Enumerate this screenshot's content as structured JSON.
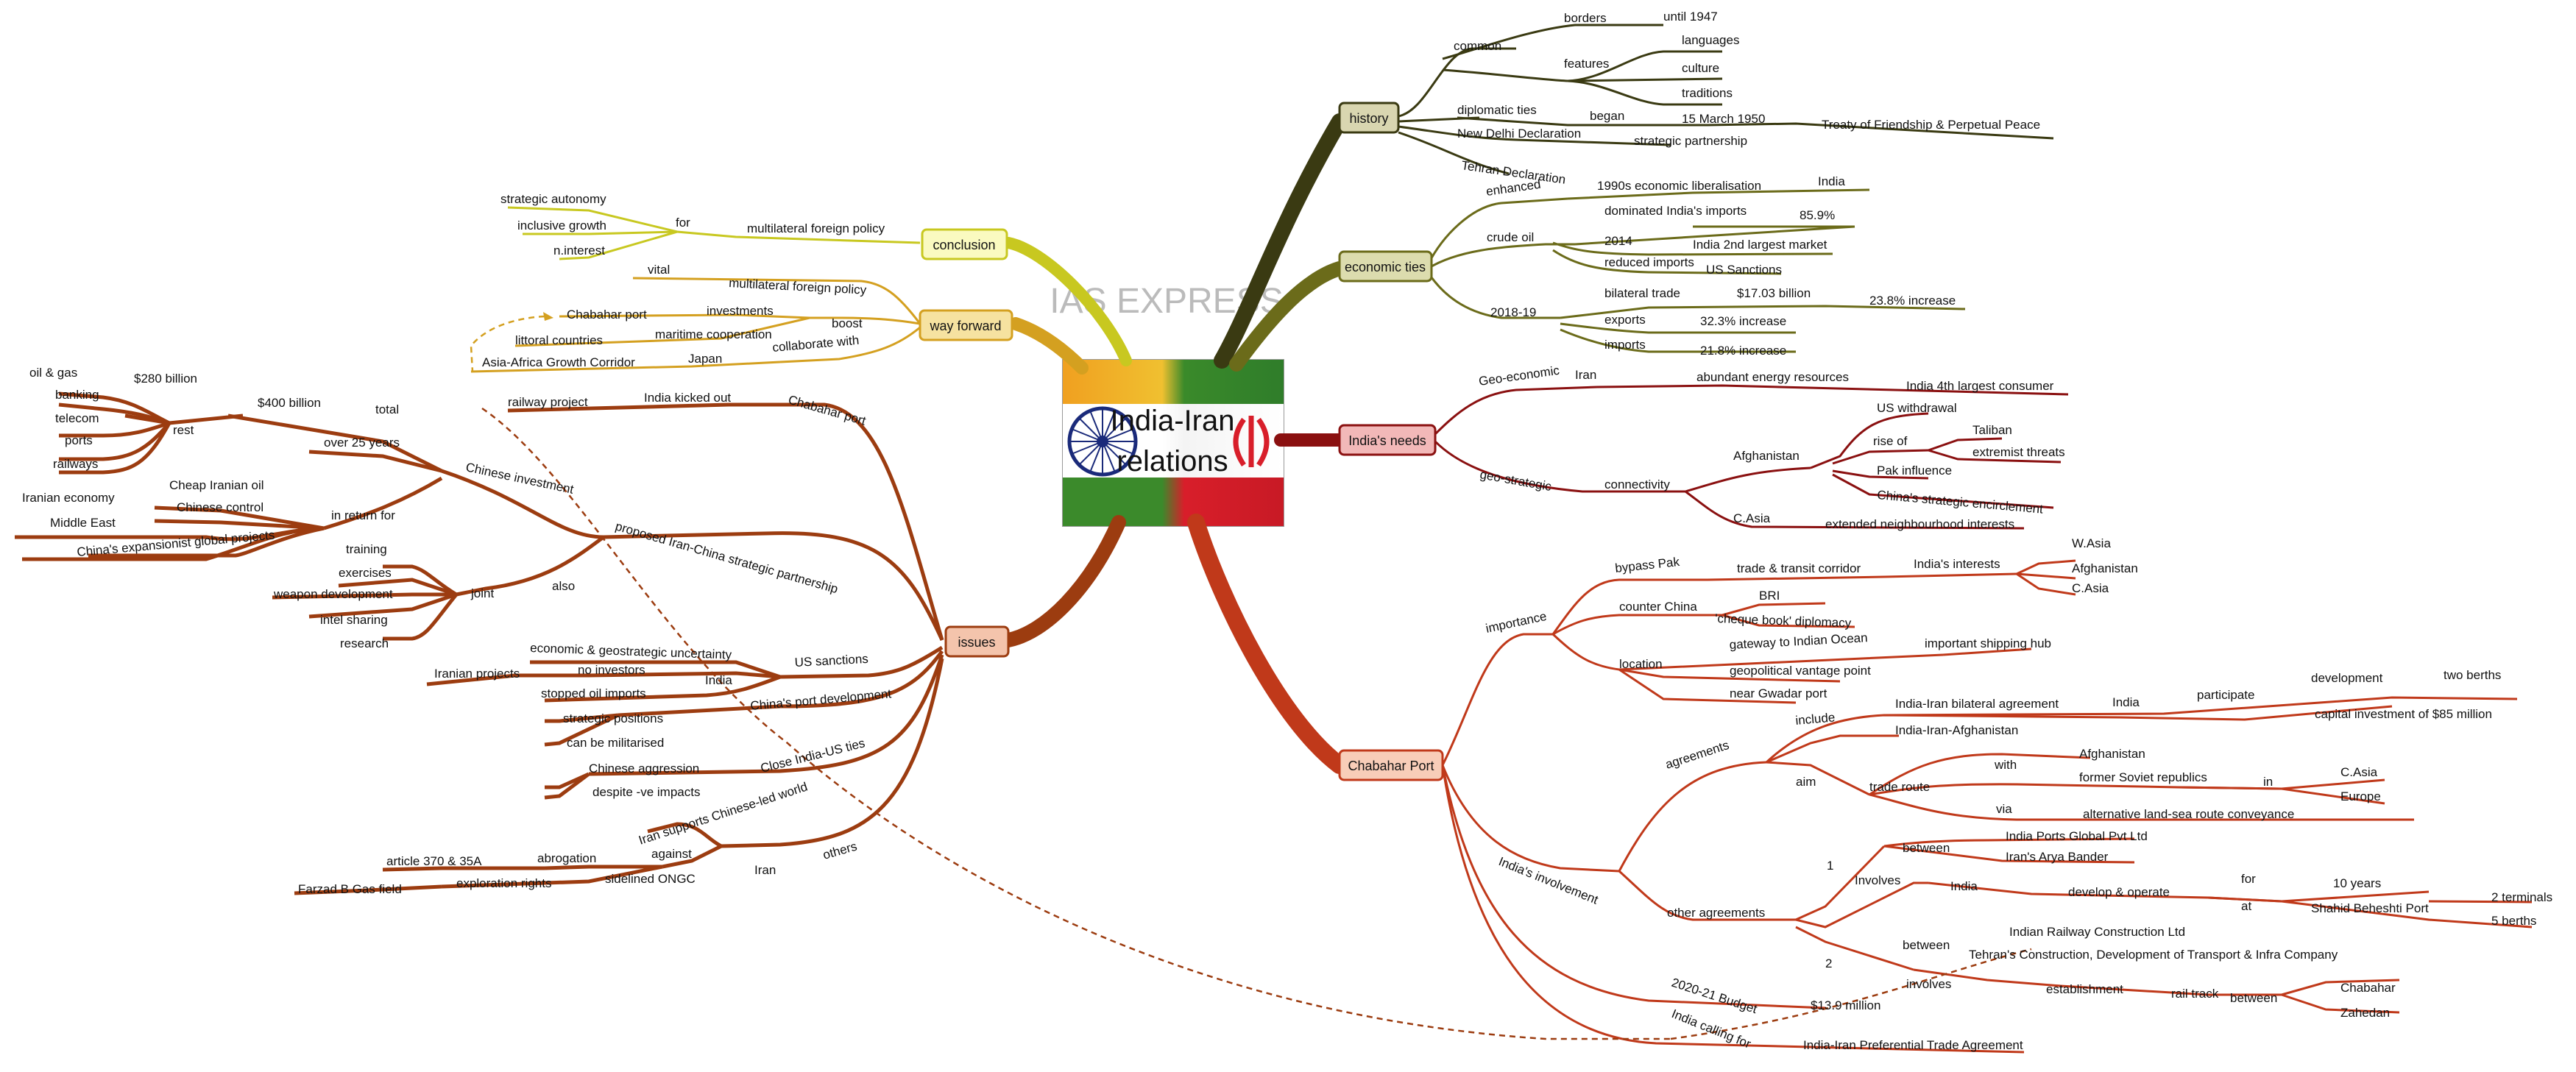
{
  "center": {
    "title_line1": "India-Iran",
    "title_line2": "relations",
    "watermark": "IAS EXPRESS"
  },
  "colors": {
    "history": "#3a3a12",
    "economic": "#6b6b1a",
    "needs": "#8a1010",
    "chabahar": "#c0391a",
    "issues": "#9c3c10",
    "way_forward": "#d4a020",
    "conclusion": "#c8c820",
    "india_saffron": "#f49a33",
    "india_green": "#3b8a2b",
    "iran_red": "#d81e2a"
  },
  "branches": [
    {
      "label": "history"
    },
    {
      "label": "economic ties"
    },
    {
      "label": "India's needs"
    },
    {
      "label": "Chabahar Port"
    },
    {
      "label": "issues"
    },
    {
      "label": "way forward"
    },
    {
      "label": "conclusion"
    }
  ],
  "labels": [
    {
      "text": "common"
    },
    {
      "text": "borders"
    },
    {
      "text": "until 1947"
    },
    {
      "text": "features"
    },
    {
      "text": "languages"
    },
    {
      "text": "culture"
    },
    {
      "text": "traditions"
    },
    {
      "text": "diplomatic ties"
    },
    {
      "text": "began"
    },
    {
      "text": "15 March 1950"
    },
    {
      "text": "Treaty of Friendship & Perpetual Peace"
    },
    {
      "text": "New Delhi Declaration"
    },
    {
      "text": "strategic partnership"
    },
    {
      "text": "Tehran Declaration"
    },
    {
      "text": "enhanced"
    },
    {
      "text": "1990s economic liberalisation"
    },
    {
      "text": "India"
    },
    {
      "text": "crude oil"
    },
    {
      "text": "dominated India's imports"
    },
    {
      "text": "85.9%"
    },
    {
      "text": "2014"
    },
    {
      "text": "India 2nd largest market"
    },
    {
      "text": "reduced imports"
    },
    {
      "text": "US Sanctions"
    },
    {
      "text": "2018-19"
    },
    {
      "text": "bilateral trade"
    },
    {
      "text": "$17.03 billion"
    },
    {
      "text": "23.8% increase"
    },
    {
      "text": "exports"
    },
    {
      "text": "32.3% increase"
    },
    {
      "text": "imports"
    },
    {
      "text": "21.8% increase"
    },
    {
      "text": "Geo-economic"
    },
    {
      "text": "Iran"
    },
    {
      "text": "abundant energy resources"
    },
    {
      "text": "India 4th largest consumer"
    },
    {
      "text": "geo-strategic"
    },
    {
      "text": "connectivity"
    },
    {
      "text": "Afghanistan"
    },
    {
      "text": "US withdrawal"
    },
    {
      "text": "rise of"
    },
    {
      "text": "Taliban"
    },
    {
      "text": "extremist threats"
    },
    {
      "text": "Pak influence"
    },
    {
      "text": "China's strategic encirclement"
    },
    {
      "text": "C.Asia"
    },
    {
      "text": "extended neighbourhood interests"
    },
    {
      "text": "importance"
    },
    {
      "text": "bypass Pak"
    },
    {
      "text": "trade & transit corridor"
    },
    {
      "text": "India's interests"
    },
    {
      "text": "W.Asia"
    },
    {
      "text": "Afghanistan"
    },
    {
      "text": "C.Asia"
    },
    {
      "text": "counter China"
    },
    {
      "text": "BRI"
    },
    {
      "text": "'cheque book' diplomacy"
    },
    {
      "text": "location"
    },
    {
      "text": "gateway to Indian Ocean"
    },
    {
      "text": "important shipping hub"
    },
    {
      "text": "geopolitical vantage point"
    },
    {
      "text": "near Gwadar port"
    },
    {
      "text": "India's involvement"
    },
    {
      "text": "agreements"
    },
    {
      "text": "include"
    },
    {
      "text": "India-Iran bilateral agreement"
    },
    {
      "text": "India"
    },
    {
      "text": "participate"
    },
    {
      "text": "development"
    },
    {
      "text": "two berths"
    },
    {
      "text": "capital investment of $85 million"
    },
    {
      "text": "India-Iran-Afghanistan"
    },
    {
      "text": "aim"
    },
    {
      "text": "trade route"
    },
    {
      "text": "with"
    },
    {
      "text": "Afghanistan"
    },
    {
      "text": "former Soviet republics"
    },
    {
      "text": "in"
    },
    {
      "text": "C.Asia"
    },
    {
      "text": "Europe"
    },
    {
      "text": "via"
    },
    {
      "text": "alternative land-sea route conveyance"
    },
    {
      "text": "other agreements"
    },
    {
      "text": "1"
    },
    {
      "text": "between"
    },
    {
      "text": "India Ports Global Pvt Ltd"
    },
    {
      "text": "Iran's Arya Bander"
    },
    {
      "text": "Involves"
    },
    {
      "text": "India"
    },
    {
      "text": "develop & operate"
    },
    {
      "text": "for"
    },
    {
      "text": "10 years"
    },
    {
      "text": "at"
    },
    {
      "text": "Shahid Beheshti Port"
    },
    {
      "text": "2 terminals"
    },
    {
      "text": "5 berths"
    },
    {
      "text": "2"
    },
    {
      "text": "between"
    },
    {
      "text": "Indian Railway Construction Ltd"
    },
    {
      "text": "Tehran's Construction, Development of Transport & Infra Company"
    },
    {
      "text": "involves"
    },
    {
      "text": "establishment"
    },
    {
      "text": "rail track"
    },
    {
      "text": "between"
    },
    {
      "text": "Chabahar"
    },
    {
      "text": "Zahedan"
    },
    {
      "text": "2020-21 Budget"
    },
    {
      "text": "$13.9 million"
    },
    {
      "text": "India calling for"
    },
    {
      "text": "India-Iran Preferential Trade Agreement"
    },
    {
      "text": "railway project"
    },
    {
      "text": "India kicked out"
    },
    {
      "text": "Chabahar port"
    },
    {
      "text": "Chinese investment"
    },
    {
      "text": "total"
    },
    {
      "text": "$400 billion"
    },
    {
      "text": "$280 billion"
    },
    {
      "text": "oil & gas"
    },
    {
      "text": "rest"
    },
    {
      "text": "banking"
    },
    {
      "text": "telecom"
    },
    {
      "text": "ports"
    },
    {
      "text": "railways"
    },
    {
      "text": "over 25 years"
    },
    {
      "text": "in return for"
    },
    {
      "text": "Cheap Iranian oil"
    },
    {
      "text": "Chinese control"
    },
    {
      "text": "Iranian economy"
    },
    {
      "text": "Middle East"
    },
    {
      "text": "China's expansionist global projects"
    },
    {
      "text": "proposed Iran-China strategic partnership"
    },
    {
      "text": "also"
    },
    {
      "text": "joint"
    },
    {
      "text": "training"
    },
    {
      "text": "exercises"
    },
    {
      "text": "weapon development"
    },
    {
      "text": "intel sharing"
    },
    {
      "text": "research"
    },
    {
      "text": "US sanctions"
    },
    {
      "text": "economic & geostrategic uncertainty"
    },
    {
      "text": "India"
    },
    {
      "text": "no investors"
    },
    {
      "text": "Iranian projects"
    },
    {
      "text": "stopped oil imports"
    },
    {
      "text": "China's port development"
    },
    {
      "text": "strategic positions"
    },
    {
      "text": "can be militarised"
    },
    {
      "text": "Close India-US ties"
    },
    {
      "text": "Chinese aggression"
    },
    {
      "text": "despite -ve impacts"
    },
    {
      "text": "others"
    },
    {
      "text": "Iran supports Chinese-led world"
    },
    {
      "text": "Iran"
    },
    {
      "text": "against"
    },
    {
      "text": "abrogation"
    },
    {
      "text": "article 370 & 35A"
    },
    {
      "text": "sidelined ONGC"
    },
    {
      "text": "exploration rights"
    },
    {
      "text": "Farzad B Gas field"
    },
    {
      "text": "vital"
    },
    {
      "text": "multilateral foreign policy"
    },
    {
      "text": "boost"
    },
    {
      "text": "investments"
    },
    {
      "text": "Chabahar port"
    },
    {
      "text": "maritime cooperation"
    },
    {
      "text": "littoral countries"
    },
    {
      "text": "collaborate with"
    },
    {
      "text": "Japan"
    },
    {
      "text": "Asia-Africa Growth Corridor"
    },
    {
      "text": "for"
    },
    {
      "text": "multilateral foreign policy"
    },
    {
      "text": "strategic autonomy"
    },
    {
      "text": "inclusive growth"
    },
    {
      "text": "n.interest"
    }
  ]
}
